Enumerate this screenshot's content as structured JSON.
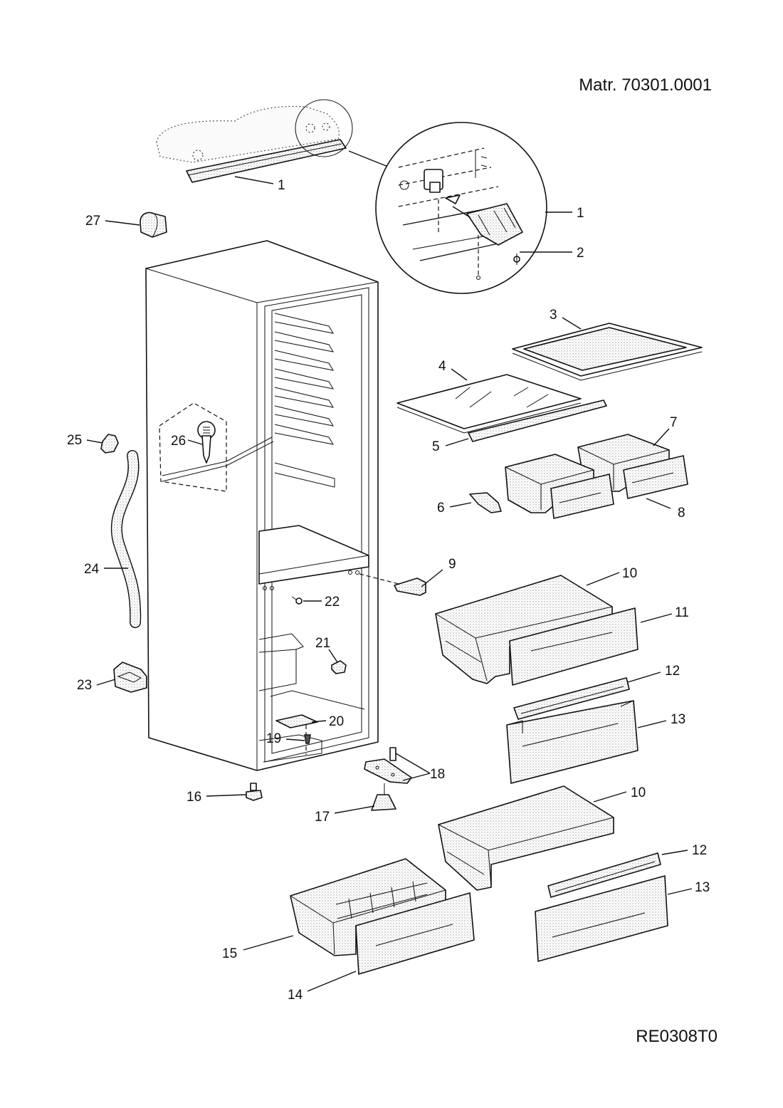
{
  "header": {
    "material_number": "Matr. 70301.0001",
    "drawing_code": "RE0308T0"
  },
  "callouts": [
    {
      "id": "c1a",
      "text": "1"
    },
    {
      "id": "c1b",
      "text": "1"
    },
    {
      "id": "c2",
      "text": "2"
    },
    {
      "id": "c3",
      "text": "3"
    },
    {
      "id": "c4",
      "text": "4"
    },
    {
      "id": "c5",
      "text": "5"
    },
    {
      "id": "c6",
      "text": "6"
    },
    {
      "id": "c7",
      "text": "7"
    },
    {
      "id": "c8",
      "text": "8"
    },
    {
      "id": "c9",
      "text": "9"
    },
    {
      "id": "c10a",
      "text": "10"
    },
    {
      "id": "c10b",
      "text": "10"
    },
    {
      "id": "c11",
      "text": "11"
    },
    {
      "id": "c12a",
      "text": "12"
    },
    {
      "id": "c12b",
      "text": "12"
    },
    {
      "id": "c13a",
      "text": "13"
    },
    {
      "id": "c13b",
      "text": "13"
    },
    {
      "id": "c14",
      "text": "14"
    },
    {
      "id": "c15",
      "text": "15"
    },
    {
      "id": "c16",
      "text": "16"
    },
    {
      "id": "c17",
      "text": "17"
    },
    {
      "id": "c18",
      "text": "18"
    },
    {
      "id": "c19",
      "text": "19"
    },
    {
      "id": "c20",
      "text": "20"
    },
    {
      "id": "c21",
      "text": "21"
    },
    {
      "id": "c22",
      "text": "22"
    },
    {
      "id": "c23",
      "text": "23"
    },
    {
      "id": "c24",
      "text": "24"
    },
    {
      "id": "c25",
      "text": "25"
    },
    {
      "id": "c26",
      "text": "26"
    },
    {
      "id": "c27",
      "text": "27"
    }
  ]
}
